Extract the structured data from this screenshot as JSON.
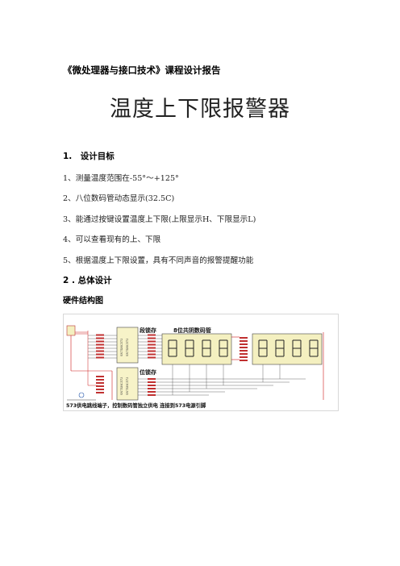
{
  "course_title": "《微处理器与接口技术》课程设计报告",
  "main_title": "温度上下限报警器",
  "section1": {
    "heading": "1.　设计目标",
    "items": [
      "1、测量温度范围在-55°～+125°",
      "2、八位数码管动态显示(32.5C)",
      "3、能通过按键设置温度上下限(上限显示H、下限显示L)",
      "4、可以查看现有的上、下限",
      "5、根据温度上下限设置，具有不同声音的报警提醒功能"
    ]
  },
  "section2": {
    "heading": "2 . 总体设计",
    "subheading": "硬件结构图"
  },
  "diagram": {
    "label_segment_latch": "段锁存",
    "label_digits": "8位共阴数码管",
    "label_bit_latch": "位锁存",
    "caption": "573供电跳线端子，控制数码管独立供电 连接到573电源引脚"
  }
}
